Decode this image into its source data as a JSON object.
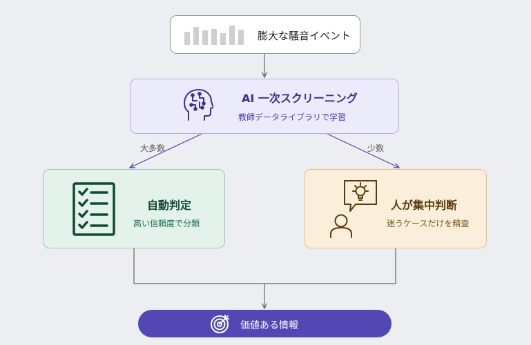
{
  "nodes": {
    "top": {
      "title": "膨大な騒音イベント"
    },
    "ai": {
      "title": "AI 一次スクリーニング",
      "subtitle": "教師データライブラリで学習"
    },
    "auto": {
      "title": "自動判定",
      "subtitle": "高い信頼度で分類"
    },
    "human": {
      "title": "人が集中判断",
      "subtitle": "迷うケースだけを精査"
    },
    "value": {
      "title": "価値ある情報"
    }
  },
  "edges": {
    "many_label": "大多数",
    "few_label": "少数"
  },
  "icons": {
    "top": "bar-waveform-icon",
    "ai": "brain-head-icon",
    "auto": "checklist-icon",
    "human": "person-idea-icon",
    "value": "target-icon"
  },
  "colors": {
    "background": "#eceef2",
    "ai_accent": "#5247b5",
    "auto_accent": "#0f4a33",
    "human_accent": "#5a3a0a",
    "value_fill": "#5247b5"
  }
}
